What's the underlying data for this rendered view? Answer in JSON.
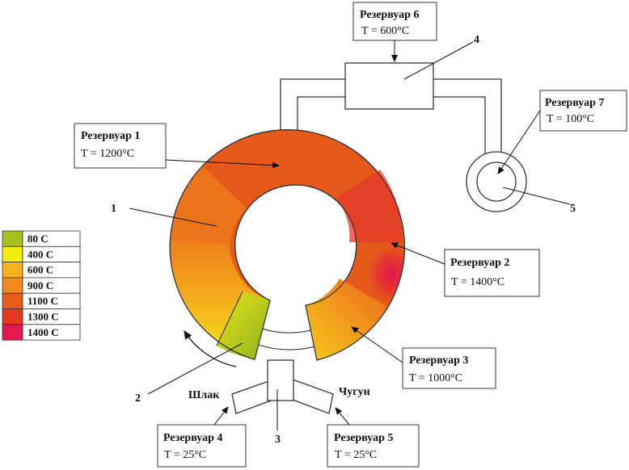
{
  "reservoirs": {
    "r1": {
      "title": "Резервуар 1",
      "temp": "T = 1200°C"
    },
    "r2": {
      "title": "Резервуар 2",
      "temp": "T = 1400°C"
    },
    "r3": {
      "title": "Резервуар 3",
      "temp": "T = 1000°C"
    },
    "r4": {
      "title": "Резервуар 4",
      "temp": "T = 25°C"
    },
    "r5": {
      "title": "Резервуар 5",
      "temp": "T = 25°C"
    },
    "r6": {
      "title": "Резервуар 6",
      "temp": "T = 600°C"
    },
    "r7": {
      "title": "Резервуар 7",
      "temp": "T = 100°C"
    }
  },
  "numbers": {
    "n1": "1",
    "n2": "2",
    "n3": "3",
    "n4": "4",
    "n5": "5"
  },
  "outputs": {
    "slag": "Шлак",
    "iron": "Чугун"
  },
  "legend": [
    {
      "label": "80  C",
      "color": "#a6c21e"
    },
    {
      "label": "400  C",
      "color": "#f5ec10"
    },
    {
      "label": "600  C",
      "color": "#f6b11e"
    },
    {
      "label": "900  C",
      "color": "#f38b1c"
    },
    {
      "label": "1100  C",
      "color": "#e65a1a"
    },
    {
      "label": "1300  C",
      "color": "#e53a1f"
    },
    {
      "label": "1400  C",
      "color": "#e2184f"
    }
  ],
  "colors": {
    "ring_main": "#e55a1b",
    "ring_hot": "#e2184f",
    "ring_warm": "#f39a1c",
    "ring_cool": "#f5e61b",
    "ring_cold": "#a6c21e"
  }
}
